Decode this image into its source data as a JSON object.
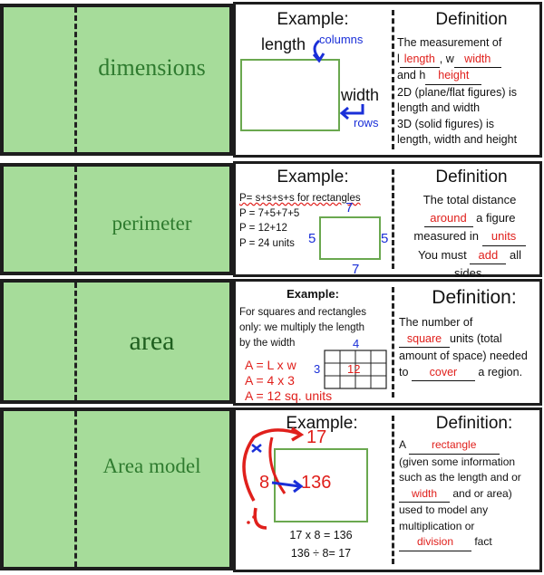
{
  "rows": [
    {
      "term": "dimensions",
      "example_heading": "Example:",
      "definition_heading": "Definition",
      "labels": {
        "length": "length",
        "width": "width",
        "columns": "columns",
        "rows": "rows"
      },
      "definition": {
        "l1": "The measurement of",
        "l2_pre": "l",
        "l2_fill1": "length",
        "l2_mid": ", w",
        "l2_fill2": "width",
        "l3_pre": "and h",
        "l3_fill": "height",
        "l4": "2D (plane/flat figures) is",
        "l5": "length and width",
        "l6": "3D (solid figures) is",
        "l7": "length, width and height"
      }
    },
    {
      "term": "perimeter",
      "example_heading": "Example:",
      "definition_heading": "Definition",
      "work": [
        "P= s+s+s+s for rectangles",
        "P = 7+5+7+5",
        "P = 12+12",
        "P = 24 units"
      ],
      "sides": {
        "top": "7",
        "bottom": "7",
        "left": "5",
        "right": "5"
      },
      "definition": {
        "l1": "The total distance",
        "l2_fill": "around",
        "l2_post": "a figure",
        "l3_pre": "measured in",
        "l3_fill": "units",
        "l4_pre": "You must",
        "l4_fill": "add",
        "l4_post": "all",
        "l5": "sides."
      }
    },
    {
      "term": "area",
      "example_heading": "Example:",
      "definition_heading": "Definition:",
      "intro": [
        "For squares and rectangles",
        "only: we multiply the length",
        "by the width"
      ],
      "work": [
        "A = L x w",
        "A = 4 x 3",
        "A = 12 sq. units"
      ],
      "grid": {
        "top": "4",
        "left": "3",
        "center": "12"
      },
      "definition": {
        "l1": "The number of",
        "l2_fill": "square",
        "l2_post": "units (total",
        "l3": "amount of space) needed",
        "l4_pre": "to",
        "l4_fill": "cover",
        "l4_post": "a region."
      }
    },
    {
      "term": "Area model",
      "example_heading": "Example:",
      "definition_heading": "Definition:",
      "model": {
        "top": "17",
        "left": "8",
        "result": "136"
      },
      "equations": [
        "17 x 8 = 136",
        "136 ÷ 8= 17"
      ],
      "definition": {
        "l1_pre": "A",
        "l1_fill": "rectangle",
        "l2": "(given some information",
        "l3": "such as the length and or",
        "l4_fill": "width",
        "l4_post": "and or area)",
        "l5": "used to model any",
        "l6": "multiplication or",
        "l7_fill": "division",
        "l7_post": "fact"
      }
    }
  ]
}
